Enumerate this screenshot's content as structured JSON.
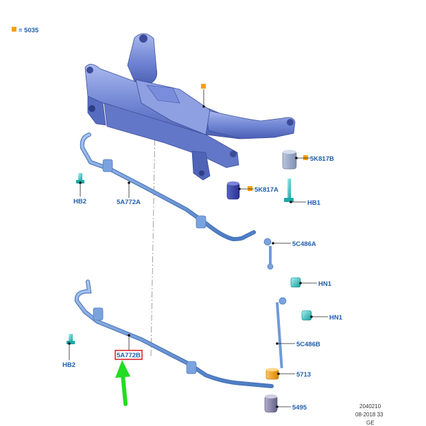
{
  "legend": {
    "text": "= 5035",
    "marker_color": "#f5a100"
  },
  "labels": {
    "hb2_top": "HB2",
    "bar_top": "5A772A",
    "bush_top": "5K817B",
    "bush_bot": "5K817A",
    "hb1": "HB1",
    "link_top": "5C486A",
    "hn1_top": "HN1",
    "hn1_bot": "HN1",
    "link_bot": "5C486B",
    "hb2_bot": "HB2",
    "bar_bot": "5A772B",
    "spacer": "5713",
    "mount": "5495"
  },
  "meta": {
    "line1": "2040210",
    "line2": "08-2018 33",
    "line3": "GE"
  },
  "colors": {
    "label": "#1f5fae",
    "frame": "#7a93d8",
    "frame_dark": "#4f66b8",
    "bar": "#6f9ad8",
    "fastener": "#38c8c8",
    "highlight": "#e0252b",
    "arrow": "#22dd22",
    "spacer": "#f5a100",
    "mount": "#8a86a8"
  }
}
